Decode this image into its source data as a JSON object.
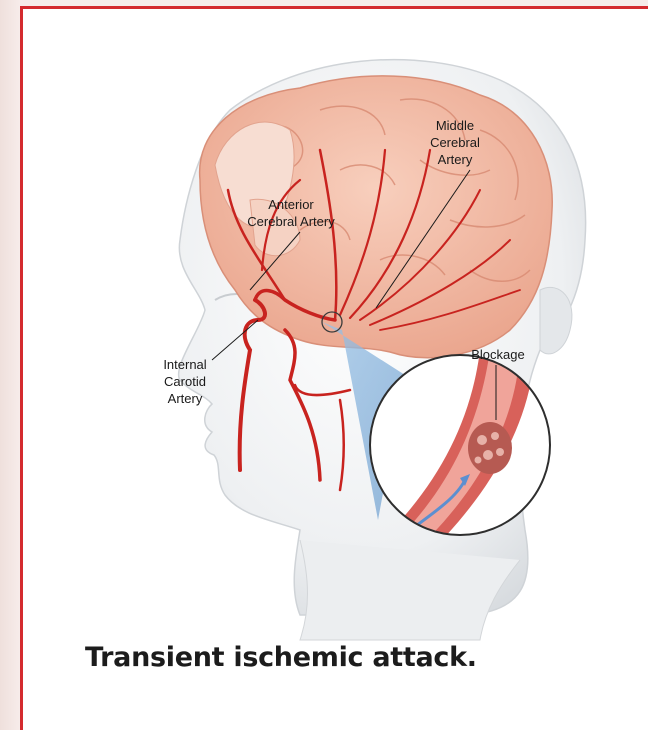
{
  "figure": {
    "labels": {
      "middle_cerebral_line1": "Middle",
      "middle_cerebral_line2": "Cerebral",
      "middle_cerebral_line3": "Artery",
      "anterior_cerebral_line1": "Anterior",
      "anterior_cerebral_line2": "Cerebral Artery",
      "internal_carotid_line1": "Internal",
      "internal_carotid_line2": "Carotid",
      "internal_carotid_line3": "Artery",
      "blockage": "Blockage"
    },
    "caption": "Transient ischemic attack."
  },
  "colors": {
    "frame_red": "#d42a2f",
    "artery_red": "#c8231f",
    "brain_pink": "#f2b8a4",
    "head_white": "#e9ecef",
    "magnifier_blue": "#7faed8"
  }
}
